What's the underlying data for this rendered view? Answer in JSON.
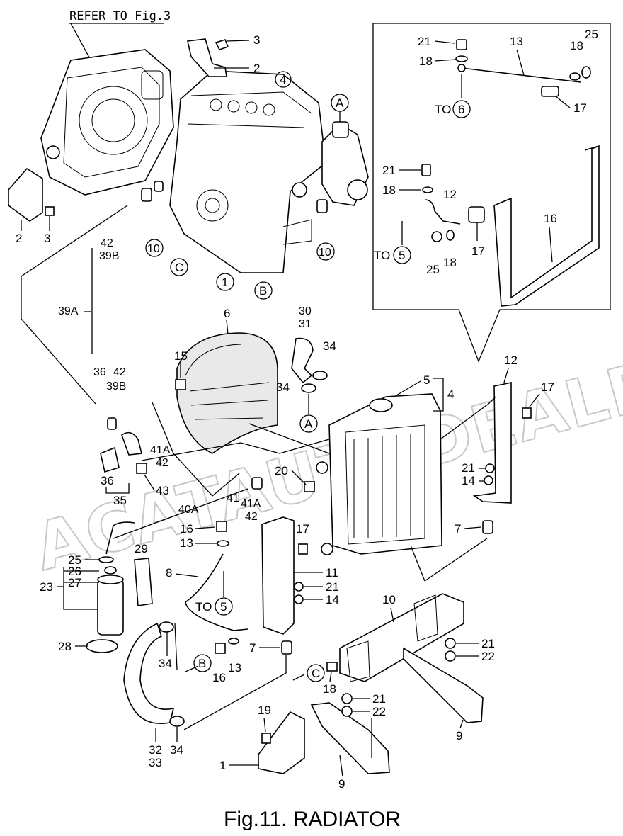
{
  "header": {
    "refer_text": "REFER TO Fig.3"
  },
  "caption": {
    "text": "Fig.11.  RADIATOR"
  },
  "watermark": {
    "text": "ACATAUTODEALER.RU"
  },
  "callouts": {
    "n1": "1",
    "n2": "2",
    "n3": "3",
    "n4": "4",
    "n5": "5",
    "n6": "6",
    "n7": "7",
    "n8": "8",
    "n9": "9",
    "n10": "10",
    "n11": "11",
    "n12": "12",
    "n13": "13",
    "n14": "14",
    "n15": "15",
    "n16": "16",
    "n17": "17",
    "n18": "18",
    "n19": "19",
    "n20": "20",
    "n21": "21",
    "n22": "22",
    "n23": "23",
    "n25": "25",
    "n26": "26",
    "n27": "27",
    "n28": "28",
    "n29": "29",
    "n30": "30",
    "n31": "31",
    "n32": "32",
    "n33": "33",
    "n34": "34",
    "n35": "35",
    "n36": "36",
    "n39A": "39A",
    "n39B": "39B",
    "n40A": "40A",
    "n41": "41",
    "n41A": "41A",
    "n42": "42",
    "n43": "43"
  },
  "refs": {
    "A": "A",
    "B": "B",
    "C": "C",
    "to": "TO",
    "ref5": "5",
    "ref6": "6"
  }
}
